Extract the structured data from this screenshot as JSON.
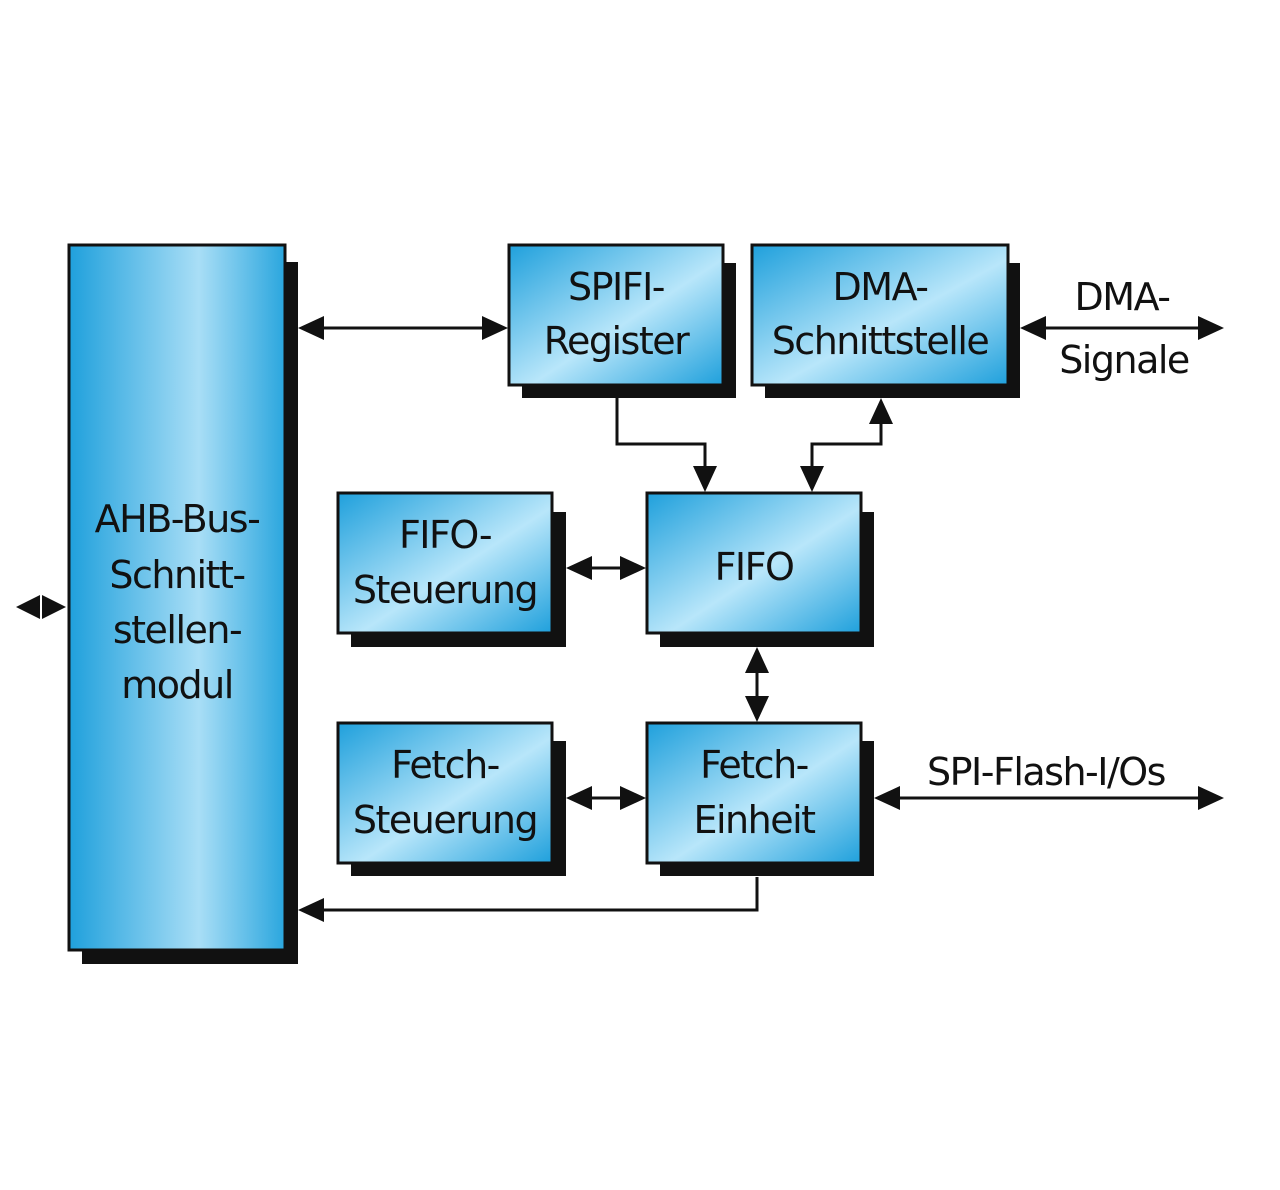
{
  "blocks": {
    "ahb": {
      "line1": "AHB-Bus-",
      "line2": "Schnitt-",
      "line3": "stellen-",
      "line4": "modul"
    },
    "spifi_register": {
      "line1": "SPIFI-",
      "line2": "Register"
    },
    "dma_interface": {
      "line1": "DMA-",
      "line2": "Schnittstelle"
    },
    "fifo_control": {
      "line1": "FIFO-",
      "line2": "Steuerung"
    },
    "fifo": {
      "line1": "FIFO"
    },
    "fetch_control": {
      "line1": "Fetch-",
      "line2": "Steuerung"
    },
    "fetch_unit": {
      "line1": "Fetch-",
      "line2": "Einheit"
    }
  },
  "external_labels": {
    "dma_signals": {
      "line1": "DMA-",
      "line2": "Signale"
    },
    "spi_flash_ios": "SPI-Flash-I/Os"
  },
  "colors": {
    "block_fill_edge": "#1fa0dc",
    "block_fill_center": "#b8e6fa",
    "shadow": "#111111",
    "line": "#111111"
  }
}
